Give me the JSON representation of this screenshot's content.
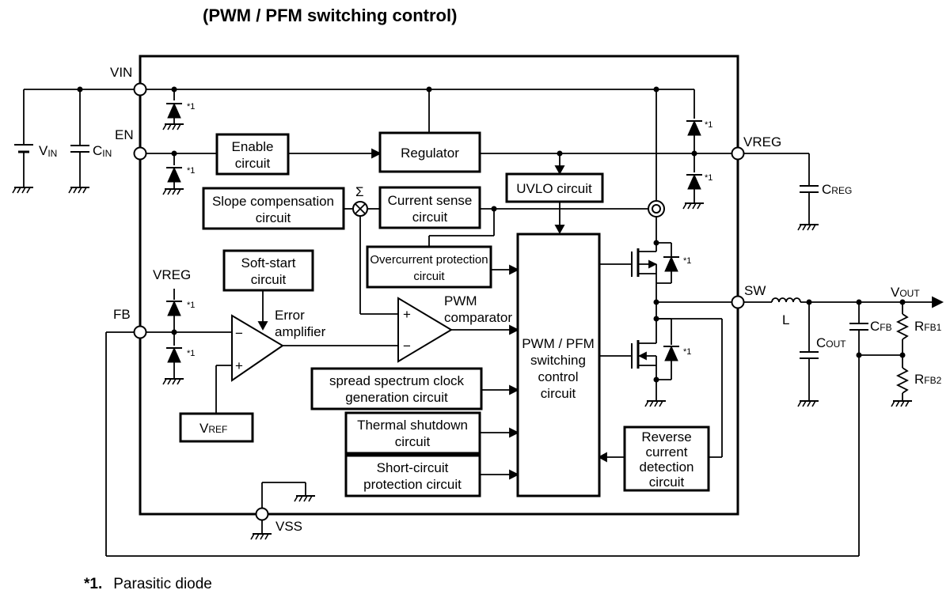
{
  "title": "(PWM / PFM switching control)",
  "pins": {
    "vin": "VIN",
    "en": "EN",
    "fb": "FB",
    "vreg": "VREG",
    "sw": "SW",
    "vss": "VSS"
  },
  "blocks": {
    "enable": [
      "Enable",
      "circuit"
    ],
    "regulator": "Regulator",
    "uvlo": "UVLO circuit",
    "slope": [
      "Slope compensation",
      "circuit"
    ],
    "current_sense": [
      "Current sense",
      "circuit"
    ],
    "overcurrent": [
      "Overcurrent protection",
      "circuit"
    ],
    "soft_start": [
      "Soft-start",
      "circuit"
    ],
    "vref": {
      "main": "V",
      "sub": "REF"
    },
    "spread": [
      "spread spectrum clock",
      "generation circuit"
    ],
    "thermal": [
      "Thermal shutdown",
      "circuit"
    ],
    "short_circuit": [
      "Short-circuit",
      "protection circuit"
    ],
    "pwm_pfm": [
      "PWM / PFM",
      "switching",
      "control",
      "circuit"
    ],
    "reverse": [
      "Reverse",
      "current",
      "detection",
      "circuit"
    ]
  },
  "labels": {
    "error_amp": [
      "Error",
      "amplifier"
    ],
    "pwm_comp": [
      "PWM",
      "comparator"
    ],
    "sigma": "Σ",
    "vreg_inner": "VREG",
    "plus": "+",
    "minus": "−",
    "star1": "*1",
    "inductor": "L"
  },
  "components": {
    "vin_src": {
      "main": "V",
      "sub": "IN"
    },
    "cin": {
      "main": "C",
      "sub": "IN"
    },
    "creg": {
      "main": "C",
      "sub": "REG"
    },
    "cout": {
      "main": "C",
      "sub": "OUT"
    },
    "cfb": {
      "main": "C",
      "sub": "FB"
    },
    "rfb1": {
      "main": "R",
      "sub": "FB1"
    },
    "rfb2": {
      "main": "R",
      "sub": "FB2"
    },
    "vout": {
      "main": "V",
      "sub": "OUT"
    }
  },
  "footnote": {
    "mark": "*1.",
    "text": "Parasitic diode"
  }
}
